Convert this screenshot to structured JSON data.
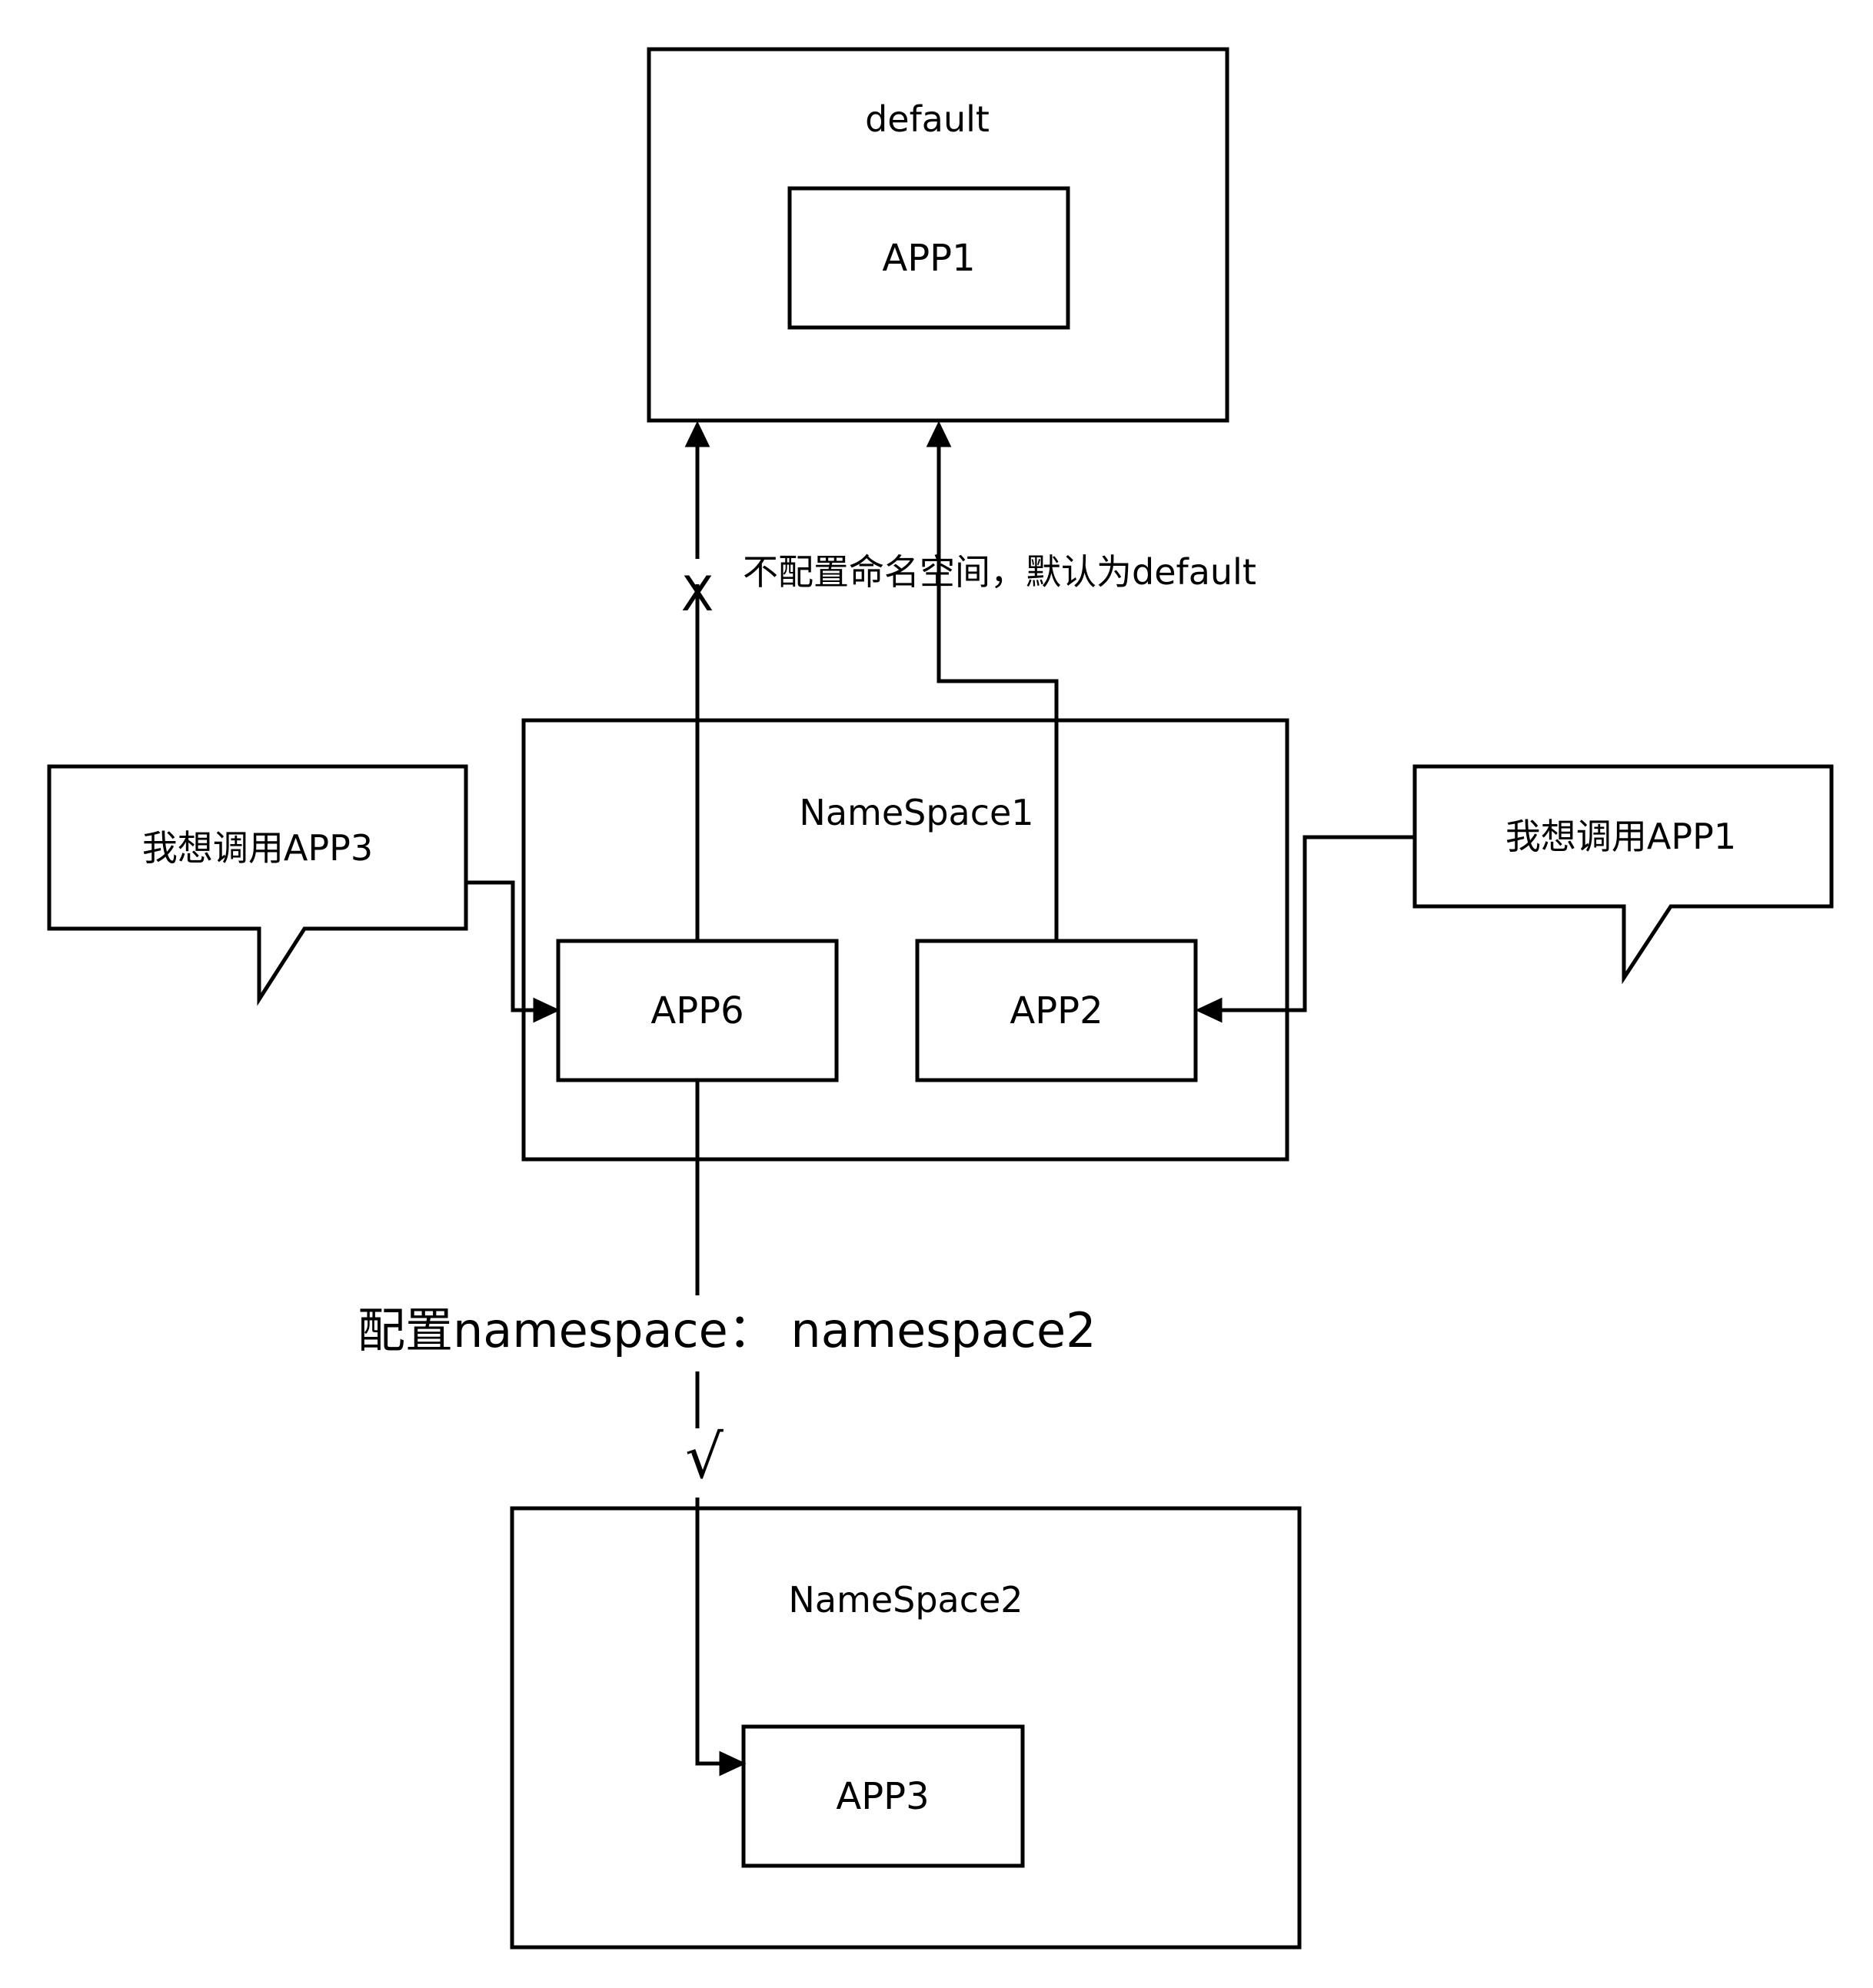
{
  "containers": {
    "default": {
      "label": "default"
    },
    "namespace1": {
      "label": "NameSpace1"
    },
    "namespace2": {
      "label": "NameSpace2"
    }
  },
  "apps": {
    "app1": {
      "label": "APP1"
    },
    "app6": {
      "label": "APP6"
    },
    "app2": {
      "label": "APP2"
    },
    "app3": {
      "label": "APP3"
    }
  },
  "callouts": {
    "left": {
      "text": "我想调用APP3"
    },
    "right": {
      "text": "我想调用APP1"
    }
  },
  "edges": {
    "app6_to_default": {
      "mark": "X"
    },
    "app2_to_default": {
      "label": "不配置命名空间，默认为default"
    },
    "app6_to_app3": {
      "label": "配置namespace：  namespace2",
      "mark": "√"
    }
  }
}
